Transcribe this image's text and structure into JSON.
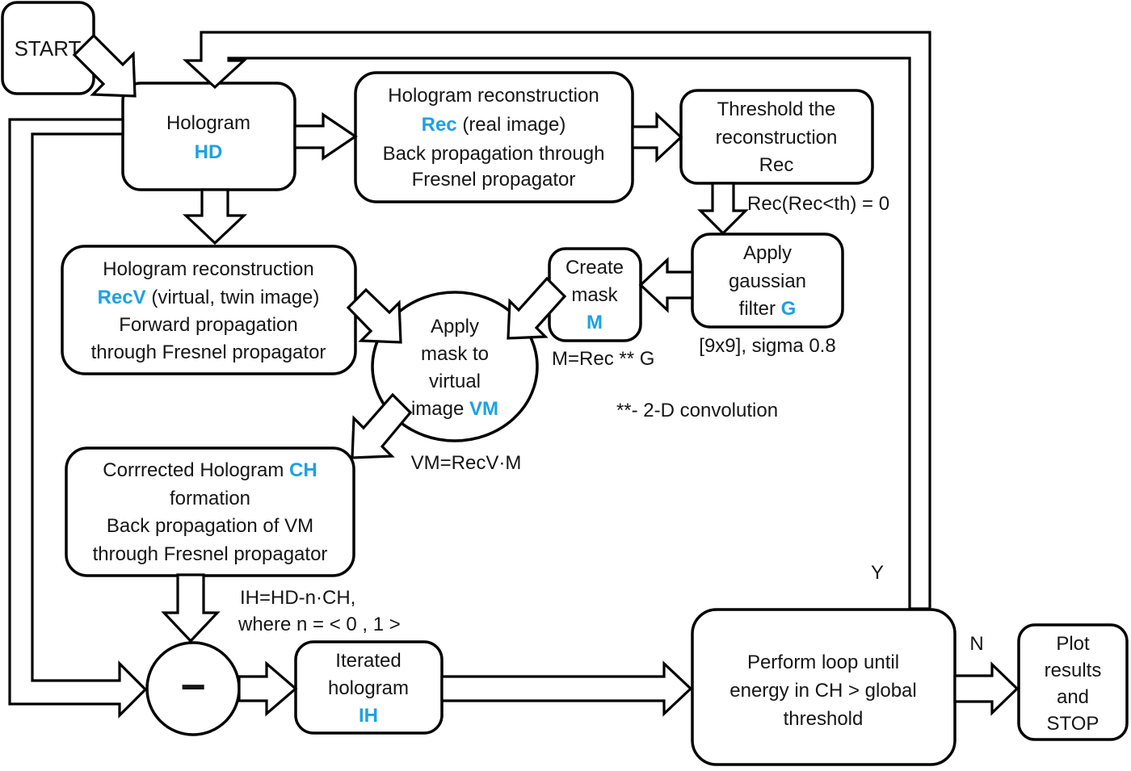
{
  "colors": {
    "accent": "#1da1e2",
    "line": "#000000",
    "text": "#151515"
  },
  "nodes": {
    "start": {
      "label": "START"
    },
    "hologram": {
      "line1": "Hologram",
      "code": "HD"
    },
    "rec": {
      "line1": "Hologram reconstruction",
      "code": "Rec",
      "line2_rest": " (real image)",
      "line3": "Back propagation through",
      "line4": "Fresnel propagator"
    },
    "threshold": {
      "line1": "Threshold the",
      "line2": "reconstruction",
      "line3": "Rec"
    },
    "gaussian": {
      "line1": "Apply",
      "line2": "gaussian",
      "line3_pre": "filter ",
      "code": "G"
    },
    "mask": {
      "line1": "Create",
      "line2": "mask",
      "code": "M"
    },
    "recv": {
      "line1": "Hologram reconstruction",
      "code": "RecV",
      "line2_rest": " (virtual, twin image)",
      "line3": "Forward propagation",
      "line4": "through Fresnel propagator"
    },
    "apply_mask": {
      "line1": "Apply",
      "line2": "mask to",
      "line3": "virtual",
      "line4_pre": "image ",
      "code": "VM"
    },
    "corrected": {
      "line1_pre": "Corrrected Hologram ",
      "code": "CH",
      "line2": "formation",
      "line3": "Back propagation of VM",
      "line4": "through Fresnel propagator"
    },
    "subtract": {
      "symbol": "−"
    },
    "iterated": {
      "line1": "Iterated",
      "line2": "hologram",
      "code": "IH"
    },
    "loop": {
      "line1": "Perform loop until",
      "line2": "energy in CH > global",
      "line3": "threshold"
    },
    "plot": {
      "line1": "Plot",
      "line2": "results",
      "line3": "and",
      "line4": "STOP"
    }
  },
  "labels": {
    "threshold_formula": "Rec(Rec<th) = 0",
    "gaussian_params": "[9x9], sigma 0.8",
    "mask_formula": "M=Rec ** G",
    "convolution_note": "**- 2-D convolution",
    "vm_formula": "VM=RecV·M",
    "ih_formula_1": "IH=HD-n·CH,",
    "ih_formula_2": "where n = < 0 , 1 >",
    "branch_yes": "Y",
    "branch_no": "N"
  }
}
